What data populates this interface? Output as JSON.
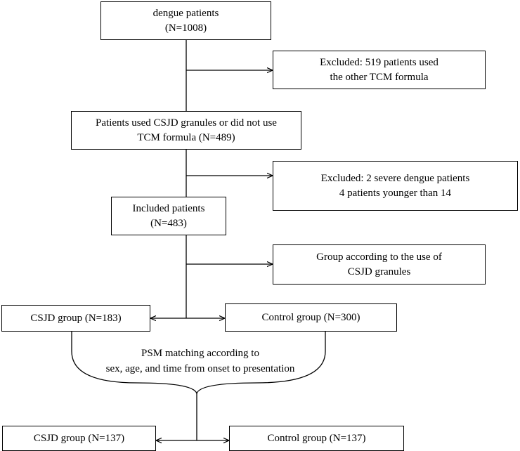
{
  "boxes": {
    "dengue_patients": {
      "line1": "dengue patients",
      "line2": "(N=1008)"
    },
    "excluded_tcm": {
      "line1": "Excluded: 519 patients used",
      "line2": "the other TCM formula"
    },
    "csjd_or_no_tcm": {
      "line1": "Patients used CSJD granules or did not use",
      "line2": "TCM formula (N=489)"
    },
    "excluded_severe": {
      "line1": "Excluded: 2 severe dengue patients",
      "line2": "4 patients younger than 14"
    },
    "included": {
      "line1": "Included patients",
      "line2": "(N=483)"
    },
    "grouping": {
      "line1": "Group according to the use of",
      "line2": "CSJD granules"
    },
    "csjd_group_pre": {
      "label": "CSJD group (N=183)"
    },
    "control_group_pre": {
      "label": "Control group (N=300)"
    },
    "csjd_group_post": {
      "label": "CSJD group (N=137)"
    },
    "control_group_post": {
      "label": "Control group (N=137)"
    }
  },
  "psm_note": {
    "line1": "PSM matching according to",
    "line2": "sex, age, and time from onset to presentation"
  }
}
